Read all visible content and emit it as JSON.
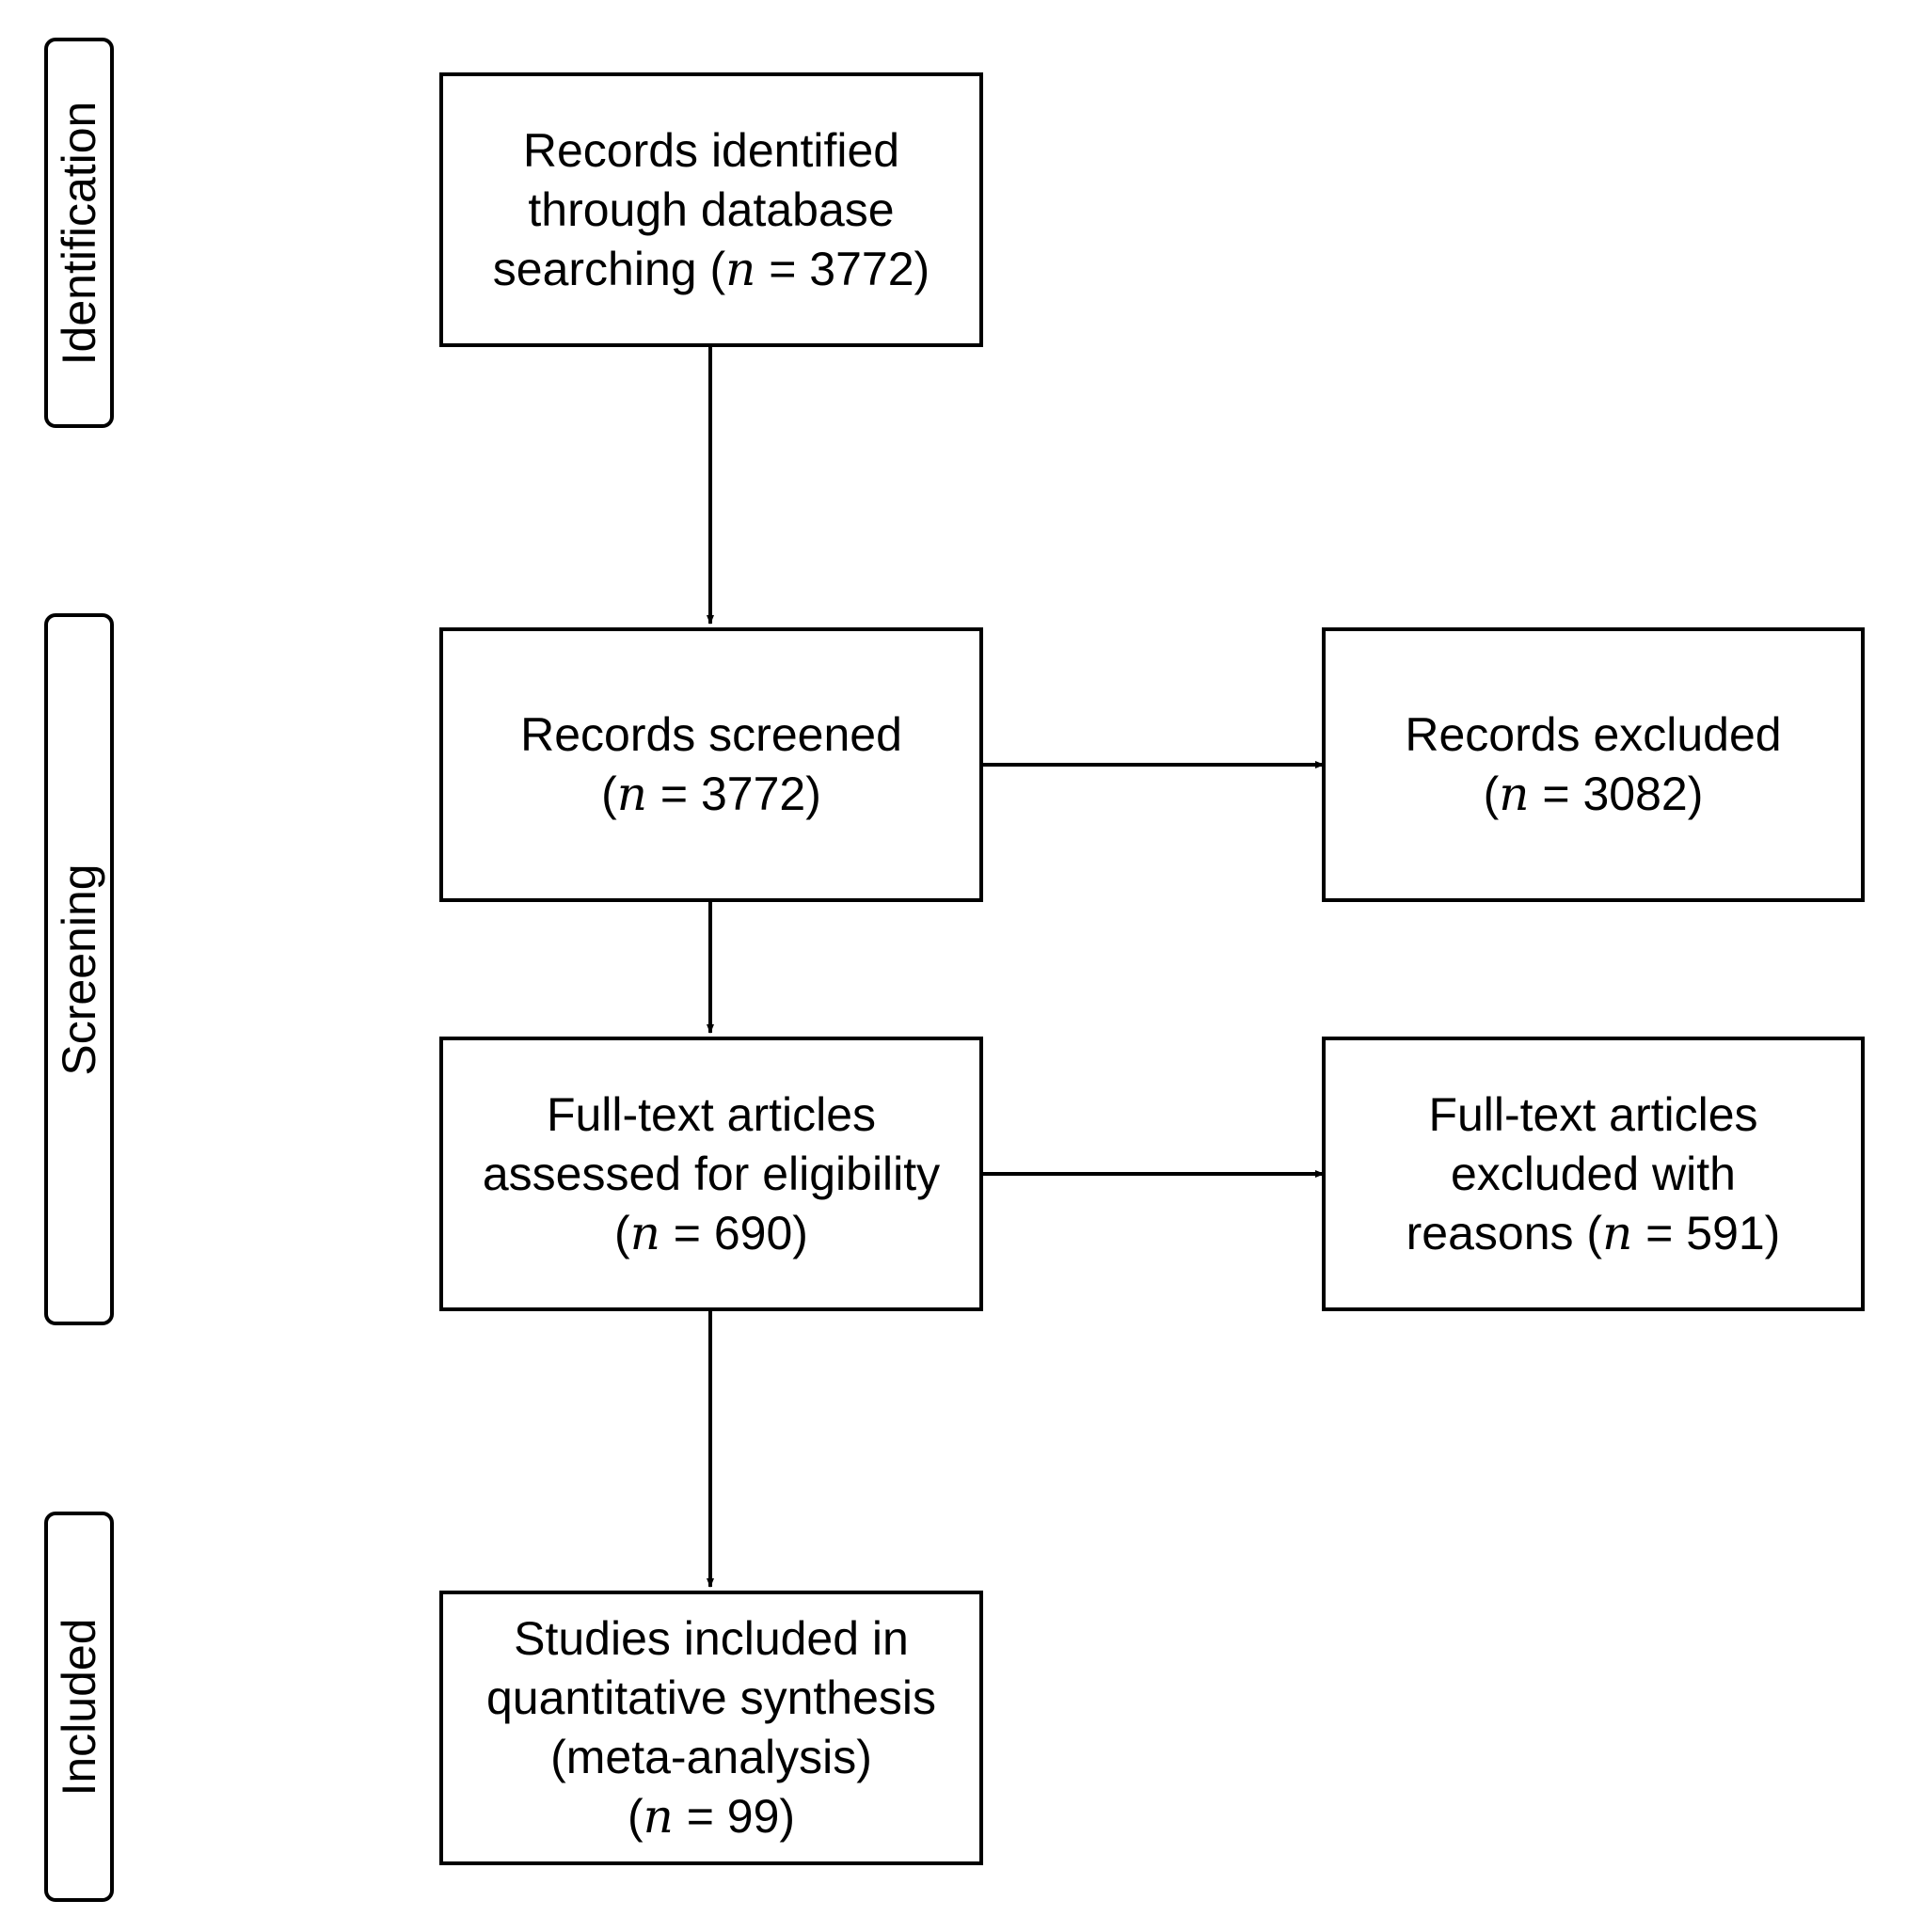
{
  "stages": {
    "identification": "Identification",
    "screening": "Screening",
    "included": "Included"
  },
  "boxes": {
    "identified": {
      "line1": "Records identified",
      "line2": "through database",
      "line3_prefix": "searching (",
      "n_symbol": "n",
      "line3_suffix": " = 3772)"
    },
    "screened": {
      "line1": "Records screened",
      "open": "(",
      "n_symbol": "n",
      "close": " = 3772)"
    },
    "excluded": {
      "line1": "Records excluded",
      "open": "(",
      "n_symbol": "n",
      "close": " = 3082)"
    },
    "fulltext": {
      "line1": "Full-text articles",
      "line2": "assessed for eligibility",
      "open": "(",
      "n_symbol": "n",
      "close": " = 690)"
    },
    "fulltext_excluded": {
      "line1": "Full-text articles",
      "line2": "excluded with",
      "line3_prefix": "reasons (",
      "n_symbol": "n",
      "line3_suffix": " = 591)"
    },
    "included": {
      "line1": "Studies included in",
      "line2": "quantitative synthesis",
      "line3": "(meta-analysis)",
      "open": "(",
      "n_symbol": "n",
      "close": " = 99)"
    }
  }
}
